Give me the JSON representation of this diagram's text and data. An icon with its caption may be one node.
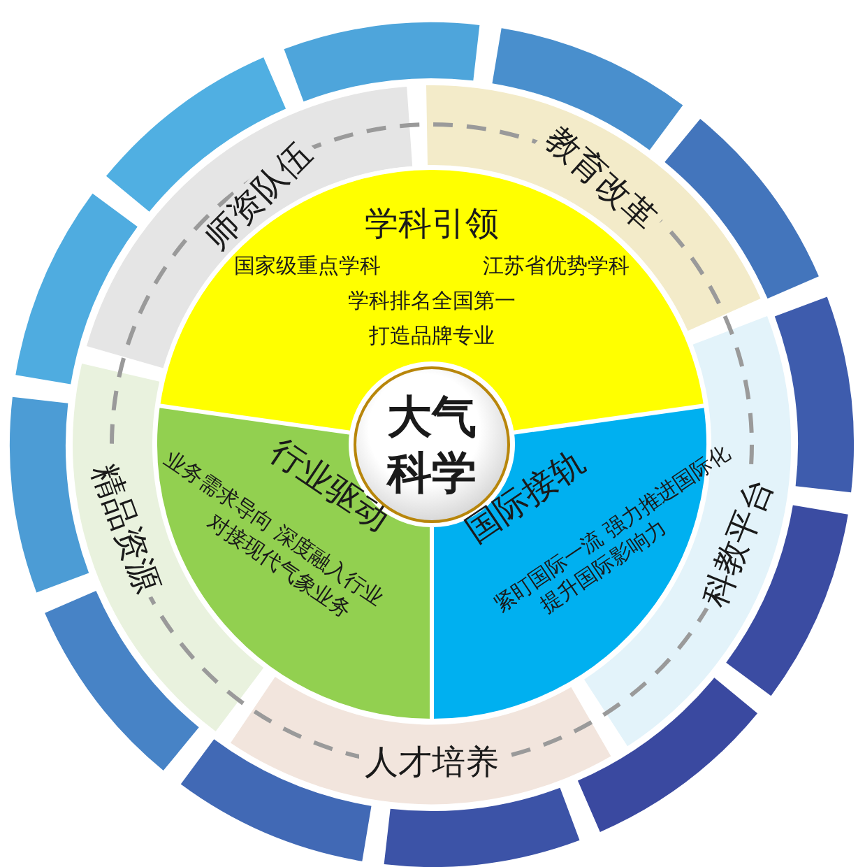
{
  "diagram": {
    "nodes": [
      {
        "text": [
          "师资队伍"
        ]
      },
      {
        "text": [
          "教育改革"
        ]
      },
      {
        "text": [
          "学科引领",
          "国家级重点学科",
          "江苏省优势学科",
          "学科排名全国第一",
          "打造品牌专业"
        ]
      },
      {
        "text": [
          "大气科学"
        ]
      },
      {
        "text": [
          "精品资源"
        ]
      },
      {
        "text": [
          "行业驱动",
          "业务需求导向 深度融入行业",
          "对接现代气象业务"
        ]
      },
      {
        "text": [
          "国际接轨",
          "紧盯国际一流 强力推进国际化",
          "提升国际影响力"
        ]
      },
      {
        "text": [
          "科教平台"
        ]
      },
      {
        "text": [
          "人才培养"
        ]
      }
    ]
  }
}
